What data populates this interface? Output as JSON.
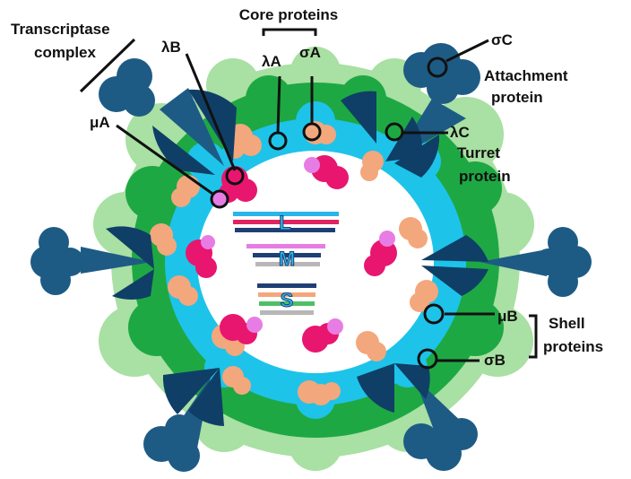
{
  "labels": {
    "core_proteins": "Core proteins",
    "transcriptase_line1": "Transcriptase",
    "transcriptase_line2": "complex",
    "lambda_b": "λB",
    "lambda_a": "λA",
    "sigma_a": "σA",
    "mu_a": "μA",
    "sigma_c": "σC",
    "attachment_line1": "Attachment",
    "attachment_line2": "protein",
    "lambda_c": "λC",
    "turret_line1": "Turret",
    "turret_line2": "protein",
    "mu_b": "μB",
    "sigma_b": "σB",
    "shell_line1": "Shell",
    "shell_line2": "proteins"
  },
  "genome": {
    "large": "L",
    "medium": "M",
    "small": "S"
  },
  "colors": {
    "outer_light_green": "#a9e0a3",
    "outer_green": "#1ea843",
    "core_blue": "#1ec3ea",
    "core_protein_salmon": "#f3a77c",
    "lambda_b_magenta": "#e8166f",
    "mu_a_pink": "#e77de4",
    "spike_dark": "#0f3f66",
    "spike_mid": "#1d5b85",
    "genome_blue": "#29b6e8",
    "genome_navy": "#1e3f75",
    "genome_red": "#e0245f",
    "genome_pink": "#e77de4",
    "genome_grey": "#b7b7b7",
    "genome_salmon": "#f3a77c",
    "genome_green": "#4fbf67"
  }
}
